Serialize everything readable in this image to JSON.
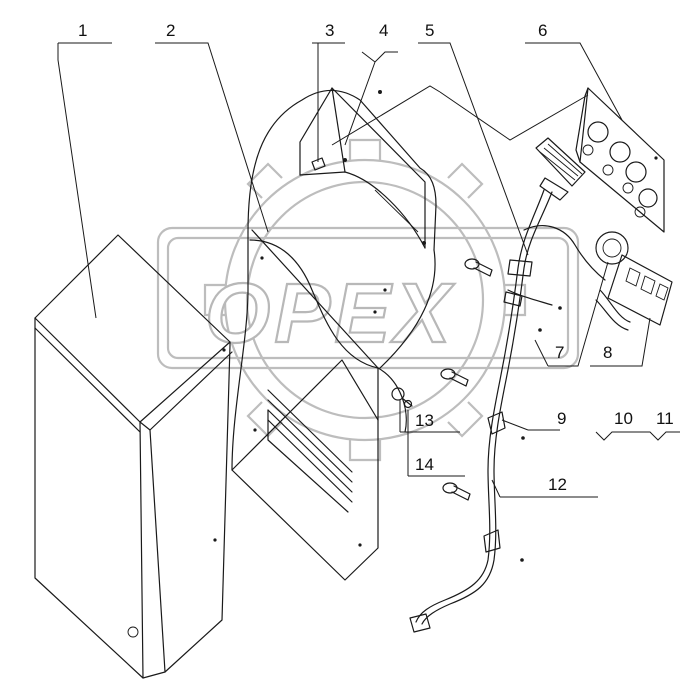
{
  "watermark": {
    "text": "OPEX",
    "color": "#b8b8b8"
  },
  "callouts": [
    {
      "id": "1",
      "text": "1"
    },
    {
      "id": "2",
      "text": "2"
    },
    {
      "id": "3",
      "text": "3"
    },
    {
      "id": "4",
      "text": "4"
    },
    {
      "id": "5",
      "text": "5"
    },
    {
      "id": "6",
      "text": "6"
    },
    {
      "id": "7",
      "text": "7"
    },
    {
      "id": "8",
      "text": "8"
    },
    {
      "id": "9",
      "text": "9"
    },
    {
      "id": "10",
      "text": "10"
    },
    {
      "id": "11",
      "text": "11"
    },
    {
      "id": "12",
      "text": "12"
    },
    {
      "id": "13",
      "text": "13"
    },
    {
      "id": "14",
      "text": "14"
    }
  ],
  "colors": {
    "line": "#1a1a1a",
    "background": "#ffffff"
  }
}
